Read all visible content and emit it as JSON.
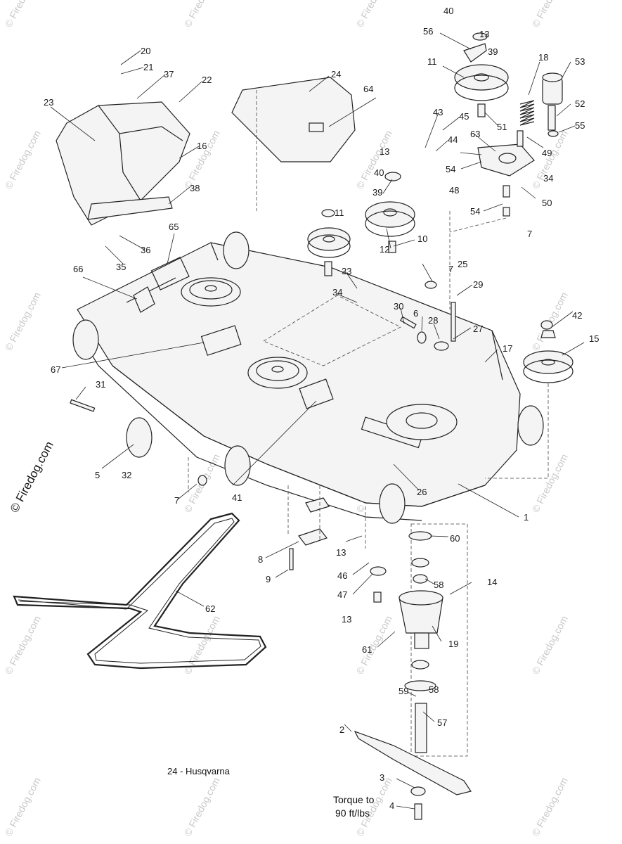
{
  "caption": "24 - Husqvarna",
  "torque_note": [
    "Torque to",
    "90 ft/lbs"
  ],
  "watermark": "© Firedog.com",
  "callouts": [
    "1",
    "2",
    "3",
    "4",
    "5",
    "6",
    "7",
    "8",
    "9",
    "10",
    "11",
    "12",
    "13",
    "14",
    "15",
    "16",
    "17",
    "18",
    "19",
    "20",
    "21",
    "22",
    "23",
    "24",
    "25",
    "26",
    "27",
    "28",
    "29",
    "30",
    "31",
    "32",
    "33",
    "34",
    "35",
    "36",
    "37",
    "38",
    "39",
    "40",
    "41",
    "42",
    "43",
    "44",
    "45",
    "46",
    "47",
    "48",
    "49",
    "50",
    "51",
    "52",
    "53",
    "54",
    "55",
    "56",
    "57",
    "58",
    "59",
    "60",
    "61",
    "62",
    "63",
    "64",
    "65",
    "66",
    "67"
  ]
}
